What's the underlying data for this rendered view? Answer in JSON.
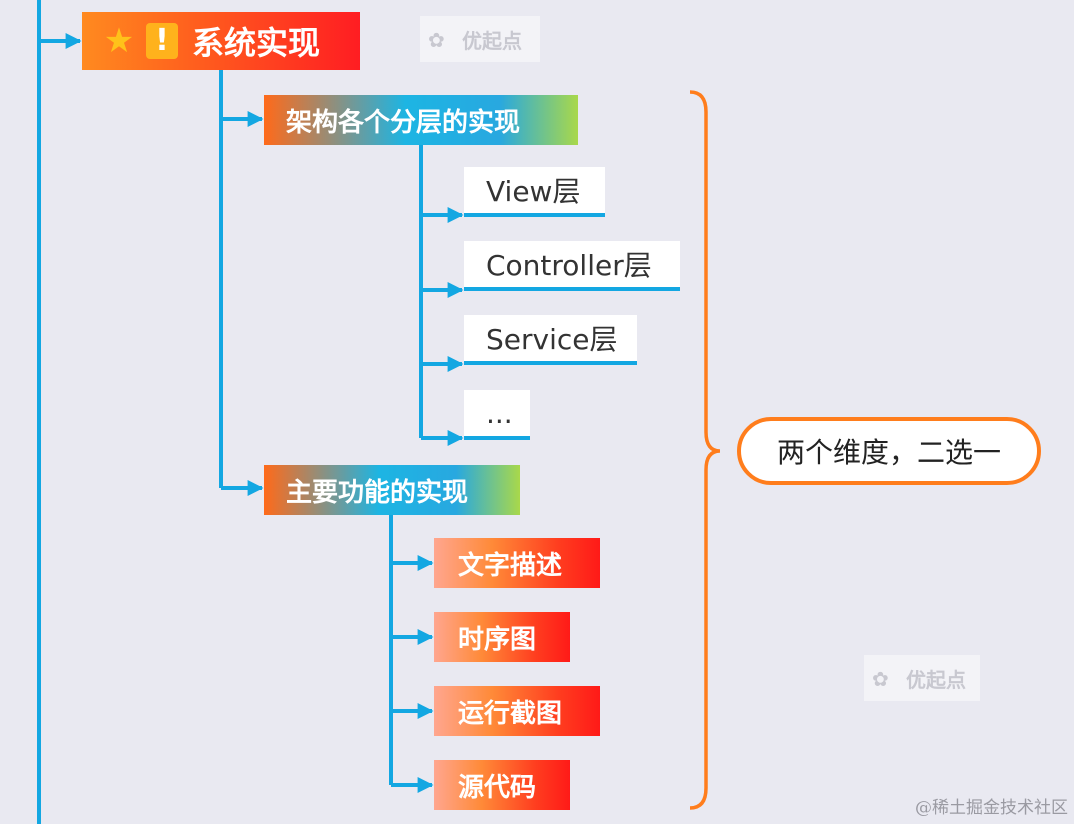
{
  "root": {
    "label": "系统实现",
    "icons": [
      "star-icon",
      "exclamation-icon"
    ],
    "star_glyph": "★",
    "bang_glyph": "!"
  },
  "branches": [
    {
      "label": "架构各个分层的实现",
      "children": [
        "View层",
        "Controller层",
        "Service层",
        "..."
      ]
    },
    {
      "label": "主要功能的实现",
      "children": [
        "文字描述",
        "时序图",
        "运行截图",
        "源代码"
      ]
    }
  ],
  "callout": {
    "label": "两个维度，二选一"
  },
  "watermarks": [
    "优起点",
    "优起点"
  ],
  "footer": {
    "label": "@稀土掘金技术社区"
  },
  "colors": {
    "connector": "#13a7e2",
    "brace": "#ff7d1c",
    "background": "#e9e9f1"
  }
}
